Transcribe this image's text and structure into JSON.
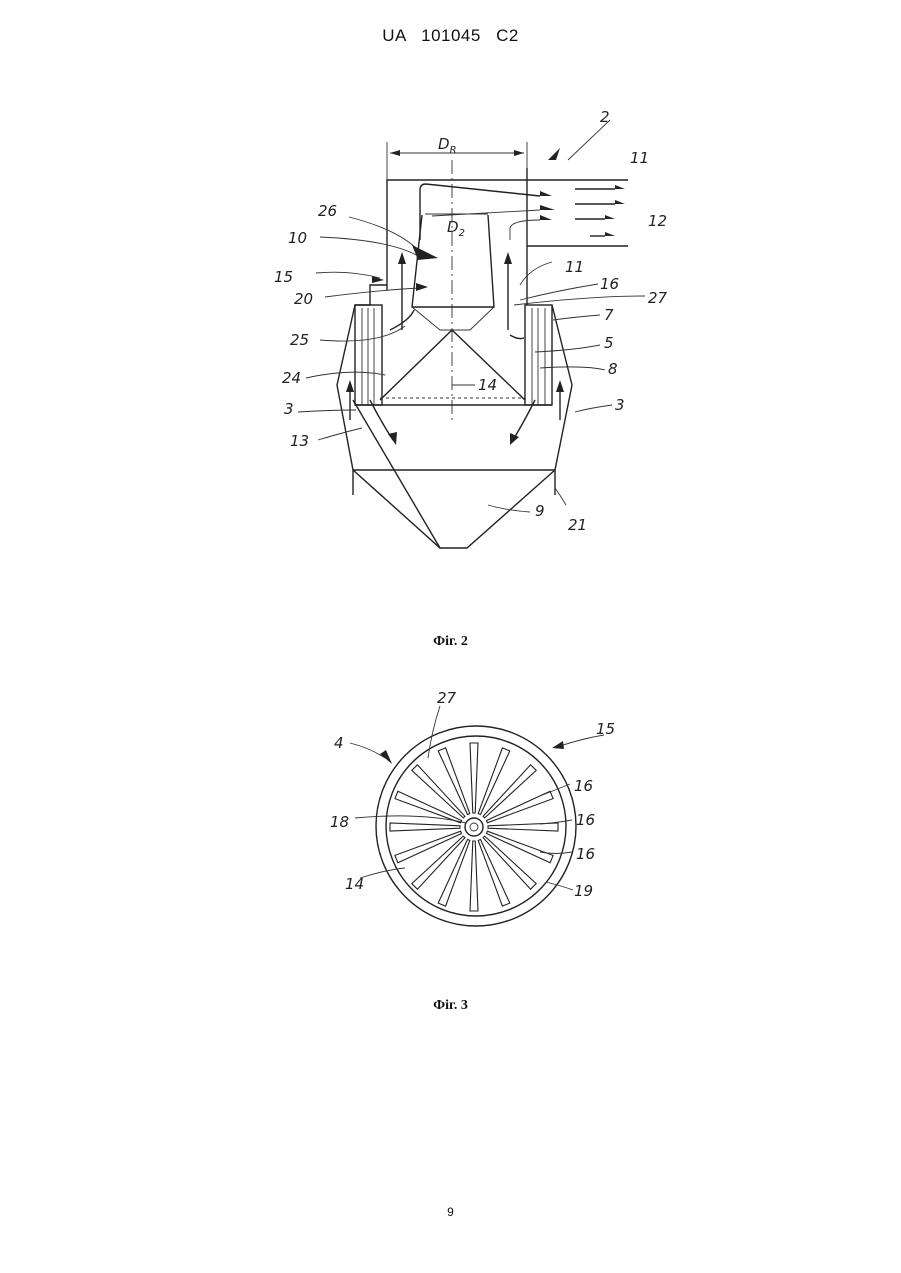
{
  "header": {
    "country": "UA",
    "number": "101045",
    "kind": "C2"
  },
  "figure2": {
    "caption": "Фіг. 2",
    "dim_outer": "D_R",
    "dim_inner": "D_2",
    "labels": [
      "2",
      "11",
      "12",
      "26",
      "10",
      "11",
      "15",
      "16",
      "20",
      "27",
      "7",
      "25",
      "5",
      "24",
      "14",
      "8",
      "3",
      "3",
      "13",
      "9",
      "21"
    ]
  },
  "figure3": {
    "caption": "Фіг. 3",
    "labels": [
      "27",
      "4",
      "15",
      "16",
      "18",
      "16",
      "16",
      "14",
      "19"
    ]
  },
  "page_number": "9"
}
